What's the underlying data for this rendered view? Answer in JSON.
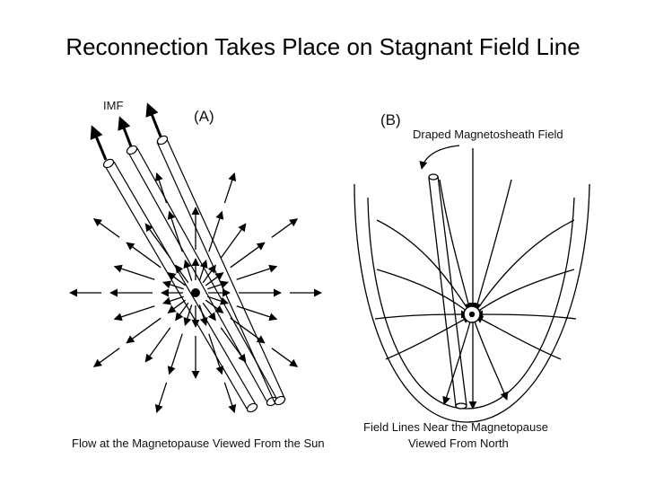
{
  "title": "Reconnection Takes Place on Stagnant Field Line",
  "panel_a": {
    "tag": "(A)",
    "imf_label": "IMF",
    "caption": "Flow at the Magnetopause Viewed From the Sun"
  },
  "panel_b": {
    "tag": "(B)",
    "callout": "Draped Magnetosheath Field",
    "caption_line1": "Field Lines Near the Magnetopause",
    "caption_line2": "Viewed From North"
  }
}
